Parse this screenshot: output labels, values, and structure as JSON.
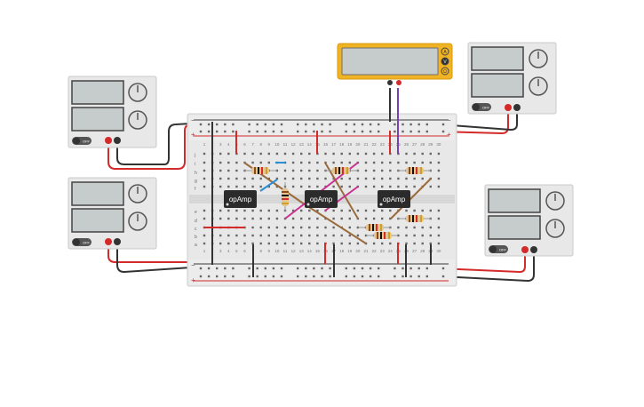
{
  "colors": {
    "wire_red": "#d42a2a",
    "wire_black": "#333333",
    "wire_brown": "#9a6b3c",
    "wire_magenta": "#c8318f",
    "wire_blue": "#2a8fd4",
    "wire_purple": "#7a3fb3",
    "multimeter_body": "#f0b323",
    "board": "#e6e6e6",
    "chip": "#2b2b2b"
  },
  "breadboard": {
    "rail_plus": "+",
    "rail_minus": "−",
    "row_letters_top": [
      "j",
      "i",
      "h",
      "g",
      "f"
    ],
    "row_letters_bottom": [
      "e",
      "d",
      "c",
      "b",
      "a"
    ],
    "column_count": 30
  },
  "opamps": [
    {
      "label": "opAmp"
    },
    {
      "label": "opAmp"
    },
    {
      "label": "opAmp"
    }
  ],
  "supplies": [
    {
      "switch_label": "OFF"
    },
    {
      "switch_label": "OFF"
    },
    {
      "switch_label": "OFF"
    },
    {
      "switch_label": "OFF"
    }
  ],
  "multimeter": {
    "mode_a": "A",
    "mode_v": "V",
    "mode_r": "Ω"
  }
}
